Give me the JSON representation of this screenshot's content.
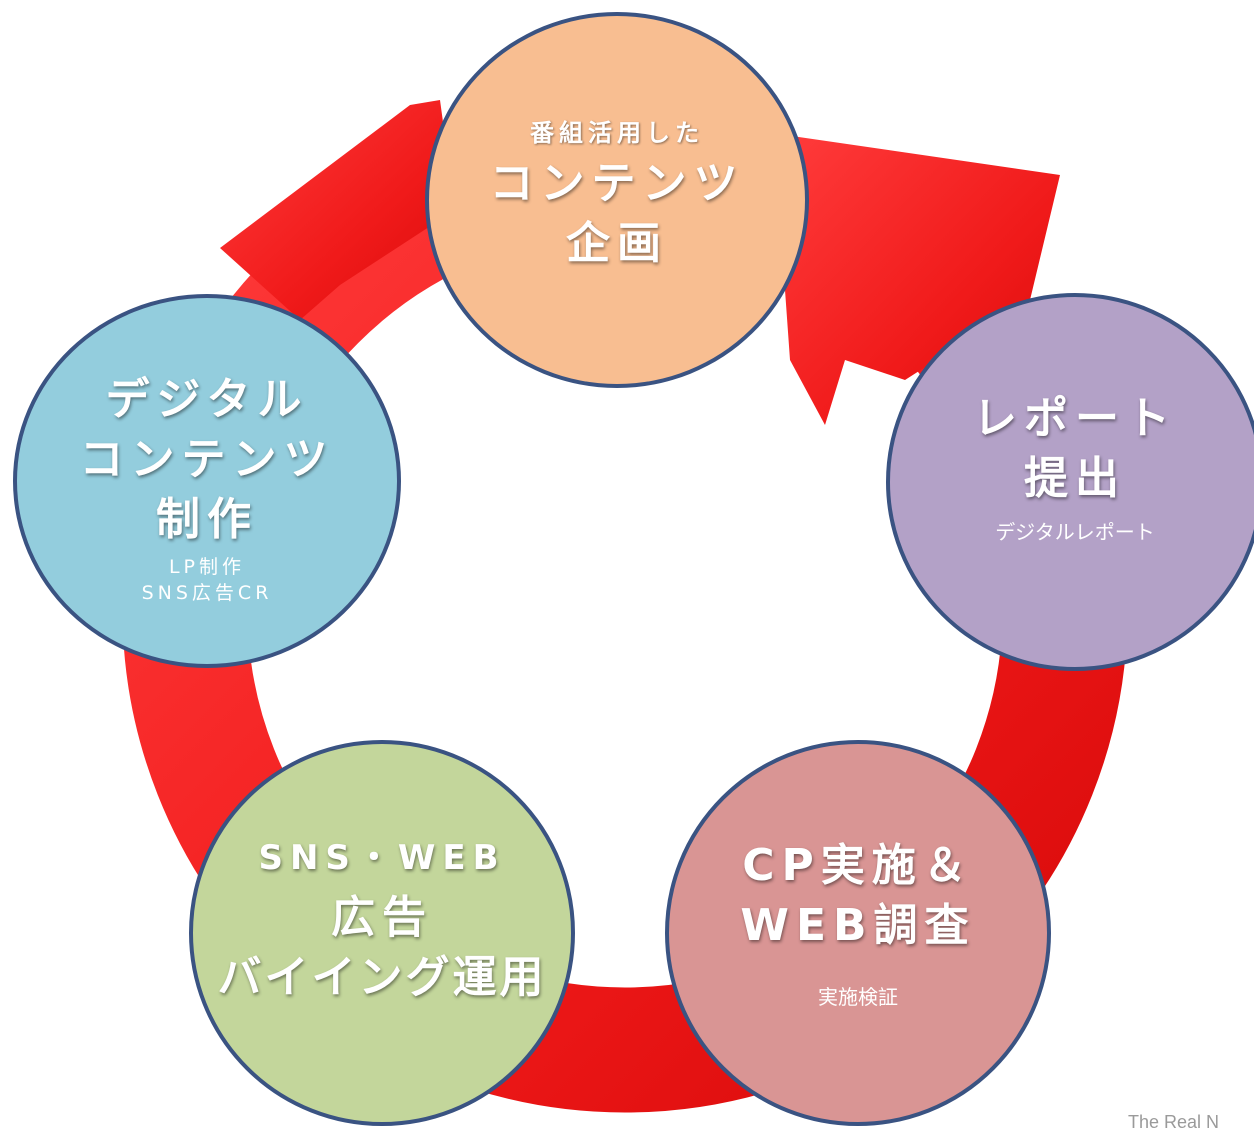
{
  "colors": {
    "arrow_red": "#e8141b",
    "node_border": "#3a5382",
    "planning_fill": "#f8be91",
    "report_fill": "#b3a1c7",
    "campaign_fill": "#d99594",
    "ads_fill": "#c3d69b",
    "production_fill": "#93cddd"
  },
  "cycle": {
    "planning": {
      "line1": "番組活用した",
      "line2": "コンテンツ",
      "line3": "企画"
    },
    "report": {
      "line1": "レポート",
      "line2": "提出",
      "note": "デジタルレポート"
    },
    "campaign": {
      "line1": "CP実施＆",
      "line2": "WEB調査",
      "note": "実施検証"
    },
    "ads": {
      "line1": "SNS・WEB",
      "line2": "広告",
      "line3": "バイイング運用"
    },
    "production": {
      "line1": "デジタル",
      "line2": "コンテンツ",
      "line3": "制作",
      "note1": "LP制作",
      "note2": "SNS広告CR"
    }
  },
  "footer": {
    "text": "The Real N"
  }
}
